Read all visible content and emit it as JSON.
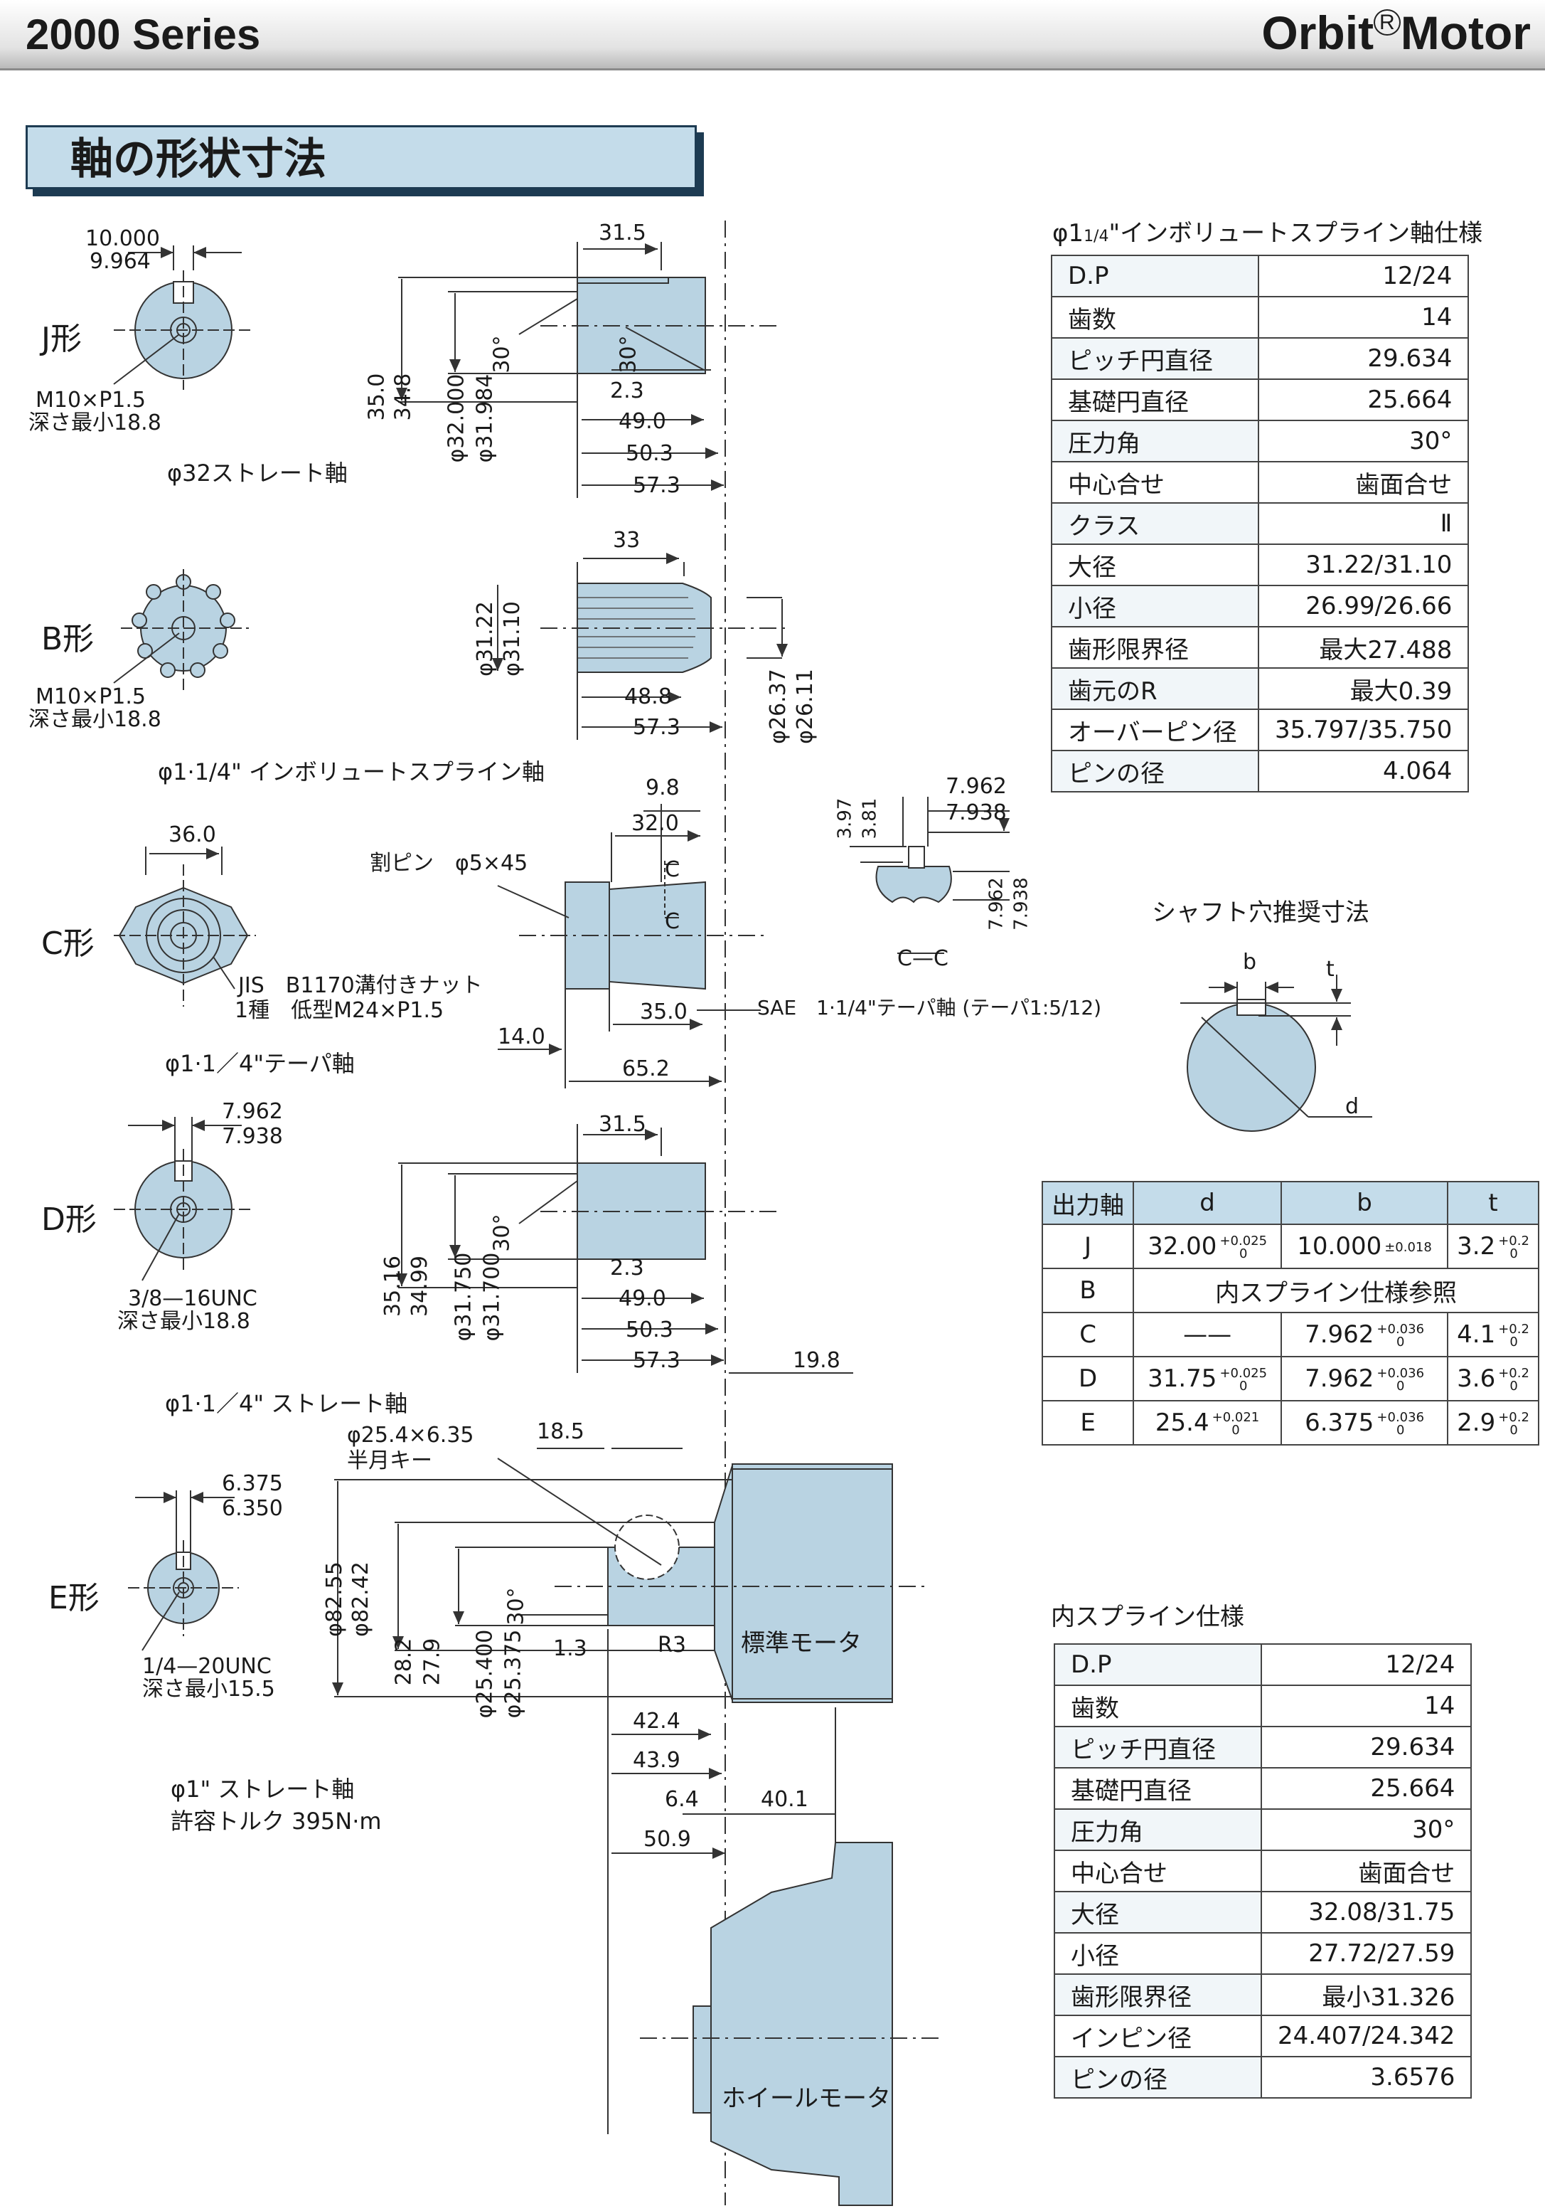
{
  "header": {
    "series": "2000 Series",
    "brand_prefix": "Orbit",
    "brand_mark": "R",
    "brand_suffix": "Motor"
  },
  "section_title": "軸の形状寸法",
  "forms": {
    "J": {
      "label": "J形",
      "caption": "φ32ストレート軸",
      "note1": "M10×P1.5",
      "note2": "深さ最小18.8",
      "dims": {
        "w_top": "10.000",
        "w_bot": "9.964",
        "len": "31.5",
        "a1": "35.0",
        "a2": "34.8",
        "d1": "φ32.000",
        "d2": "φ31.984",
        "ang1": "30°",
        "ang2": "30°",
        "l1": "2.3",
        "l2": "49.0",
        "l3": "50.3",
        "l4": "57.3"
      }
    },
    "B": {
      "label": "B形",
      "caption": "φ1·1/4\" インボリュートスプライン軸",
      "note1": "M10×P1.5",
      "note2": "深さ最小18.8",
      "dims": {
        "len": "33",
        "d1": "φ31.22",
        "d2": "φ31.10",
        "l1": "48.8",
        "l2": "57.3",
        "r1": "φ26.37",
        "r2": "φ26.11"
      }
    },
    "C": {
      "label": "C形",
      "caption": "φ1·1／4\"テーパ軸",
      "pin": "割ピン　φ5×45",
      "nut1": "JIS　B1170溝付きナット",
      "nut2": "1種　低型M24×P1.5",
      "taper": "SAE　1·1/4\"テーパ軸 (テーパ1:5/12)",
      "section": "C—C",
      "cut": "C",
      "dims": {
        "w": "36.0",
        "a": "9.8",
        "b": "32.0",
        "c": "35.0",
        "d": "14.0",
        "e": "65.2",
        "k1": "3.97",
        "k2": "3.81",
        "k3": "7.962",
        "k4": "7.938",
        "k5": "7.962",
        "k6": "7.938"
      }
    },
    "D": {
      "label": "D形",
      "caption": "φ1·1／4\" ストレート軸",
      "note1": "3/8—16UNC",
      "note2": "深さ最小18.8",
      "dims": {
        "w_top": "7.962",
        "w_bot": "7.938",
        "len": "31.5",
        "a1": "35.16",
        "a2": "34.99",
        "d1": "φ31.750",
        "d2": "φ31.700",
        "ang1": "30°",
        "l1": "2.3",
        "l2": "49.0",
        "l3": "50.3",
        "l4": "57.3",
        "l5": "19.8"
      }
    },
    "E": {
      "label": "E形",
      "caption": "φ1\" ストレート軸",
      "caption2": "許容トルク 395N·m",
      "note1": "1/4—20UNC",
      "note2": "深さ最小15.5",
      "key1": "φ25.4×6.35",
      "key2": "半月キー",
      "dims": {
        "w_top": "6.375",
        "w_bot": "6.350",
        "a": "18.5",
        "h1": "φ82.55",
        "h2": "φ82.42",
        "s1": "28.2",
        "s2": "27.9",
        "d1": "φ25.400",
        "d2": "φ25.375",
        "ang": "30°",
        "g": "1.3",
        "r": "R3",
        "l1": "42.4",
        "l2": "43.9",
        "l3": "6.4",
        "l4": "40.1",
        "l5": "50.9"
      },
      "motor1": "標準モータ",
      "motor2": "ホイールモータ"
    }
  },
  "spline_shaft_table": {
    "title_pre": "φ1",
    "title_frac": "1/4",
    "title_post": "\"インボリュートスプライン軸仕様",
    "rows": [
      {
        "k": "D.P",
        "v": "12/24"
      },
      {
        "k": "歯数",
        "v": "14"
      },
      {
        "k": "ピッチ円直径",
        "v": "29.634"
      },
      {
        "k": "基礎円直径",
        "v": "25.664"
      },
      {
        "k": "圧力角",
        "v": "30°"
      },
      {
        "k": "中心合せ",
        "v": "歯面合せ"
      },
      {
        "k": "クラス",
        "v": "Ⅱ"
      },
      {
        "k": "大径",
        "v": "31.22/31.10"
      },
      {
        "k": "小径",
        "v": "26.99/26.66"
      },
      {
        "k": "歯形限界径",
        "v": "最大27.488"
      },
      {
        "k": "歯元のR",
        "v": "最大0.39"
      },
      {
        "k": "オーバーピン径",
        "v": "35.797/35.750"
      },
      {
        "k": "ピンの径",
        "v": "4.064"
      }
    ]
  },
  "shaft_hole": {
    "title": "シャフト穴推奨寸法",
    "b": "b",
    "t": "t",
    "d": "d"
  },
  "fit_table": {
    "headers": [
      "出力軸",
      "d",
      "b",
      "t"
    ],
    "rows": [
      {
        "shaft": "J",
        "d": "32.00",
        "d_up": "+0.025",
        "d_lo": "0",
        "b": "10.000",
        "b_tol": "±0.018",
        "t": "3.2",
        "t_up": "+0.2",
        "t_lo": "0"
      },
      {
        "shaft": "B",
        "merged": "内スプライン仕様参照"
      },
      {
        "shaft": "C",
        "d": "——",
        "b": "7.962",
        "b_up": "+0.036",
        "b_lo": "0",
        "t": "4.1",
        "t_up": "+0.2",
        "t_lo": "0"
      },
      {
        "shaft": "D",
        "d": "31.75",
        "d_up": "+0.025",
        "d_lo": "0",
        "b": "7.962",
        "b_up": "+0.036",
        "b_lo": "0",
        "t": "3.6",
        "t_up": "+0.2",
        "t_lo": "0"
      },
      {
        "shaft": "E",
        "d": "25.4",
        "d_up": "+0.021",
        "d_lo": "0",
        "b": "6.375",
        "b_up": "+0.036",
        "b_lo": "0",
        "t": "2.9",
        "t_up": "+0.2",
        "t_lo": "0"
      }
    ]
  },
  "inner_spline_table": {
    "title": "内スプライン仕様",
    "rows": [
      {
        "k": "D.P",
        "v": "12/24"
      },
      {
        "k": "歯数",
        "v": "14"
      },
      {
        "k": "ピッチ円直径",
        "v": "29.634"
      },
      {
        "k": "基礎円直径",
        "v": "25.664"
      },
      {
        "k": "圧力角",
        "v": "30°"
      },
      {
        "k": "中心合せ",
        "v": "歯面合せ"
      },
      {
        "k": "大径",
        "v": "32.08/31.75"
      },
      {
        "k": "小径",
        "v": "27.72/27.59"
      },
      {
        "k": "歯形限界径",
        "v": "最小31.326"
      },
      {
        "k": "インピン径",
        "v": "24.407/24.342"
      },
      {
        "k": "ピンの径",
        "v": "3.6576"
      }
    ]
  },
  "colors": {
    "part_fill": "#b9d3e2",
    "part_stroke": "#333333",
    "header_blue": "#c4dcea",
    "title_border": "#1d3b52"
  }
}
